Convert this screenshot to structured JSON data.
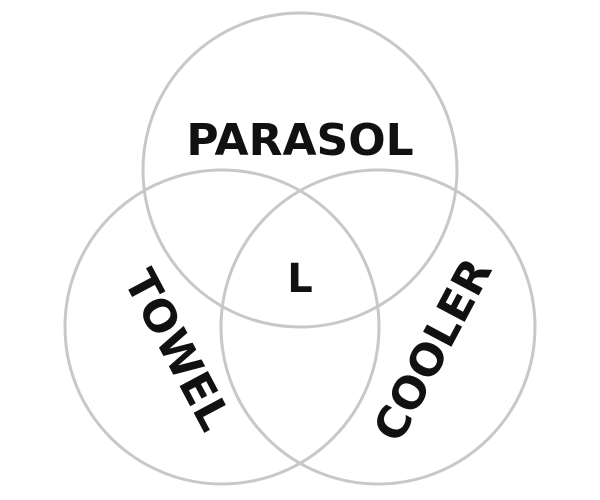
{
  "diagram": {
    "type": "venn-3",
    "sets": [
      {
        "id": "top",
        "label": "PARASOL"
      },
      {
        "id": "left",
        "label": "TOWEL"
      },
      {
        "id": "right",
        "label": "COOLER"
      }
    ],
    "center_label": "L",
    "colors": {
      "circle_stroke": "#c8c8c8",
      "text": "#111111",
      "background": "#ffffff"
    }
  }
}
